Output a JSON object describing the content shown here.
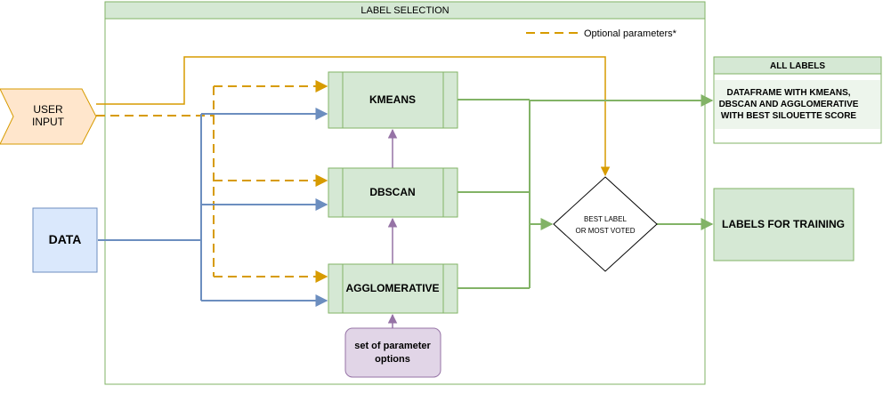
{
  "diagram": {
    "container": {
      "title": "LABEL SELECTION"
    },
    "legend": {
      "label": "Optional parameters*"
    },
    "inputs": {
      "user_input": {
        "line1": "USER",
        "line2": "INPUT"
      },
      "data": {
        "label": "DATA"
      }
    },
    "algorithms": {
      "kmeans": {
        "label": "KMEANS"
      },
      "dbscan": {
        "label": "DBSCAN"
      },
      "agglomerative": {
        "label": "AGGLOMERATIVE"
      }
    },
    "parameters": {
      "line1": "set of parameter",
      "line2": "options"
    },
    "decision": {
      "line1": "BEST LABEL",
      "line2": "OR MOST VOTED"
    },
    "all_labels": {
      "title": "ALL LABELS",
      "line1": "DATAFRAME WITH KMEANS,",
      "line2": "DBSCAN AND AGGLOMERATIVE",
      "line3": "WITH BEST SILOUETTE SCORE"
    },
    "labels_for_training": {
      "label": "LABELS FOR TRAINING"
    },
    "colors": {
      "green_fill": "#d5e8d4",
      "green_stroke": "#82b366",
      "blue_fill": "#dae8fc",
      "blue_stroke": "#6c8ebf",
      "orange_fill": "#ffe6cc",
      "orange_stroke": "#d79b00",
      "purple_fill": "#e1d5e7",
      "purple_stroke": "#9673a6"
    }
  }
}
